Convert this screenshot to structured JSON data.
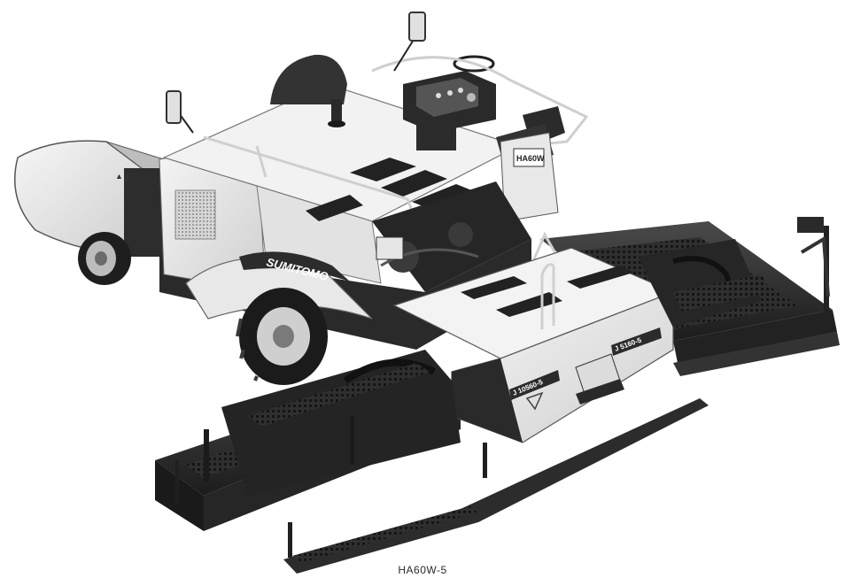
{
  "photo": {
    "brand_text": "SUMITOMO",
    "side_panel_text": "HA60W",
    "screed_label_left": "J 10560-5",
    "screed_label_right": "J 5160-5"
  },
  "caption": "HA60W-5",
  "colors": {
    "background": "#ffffff",
    "body_white": "#ededed",
    "machine_dark": "#2b2b2b"
  }
}
